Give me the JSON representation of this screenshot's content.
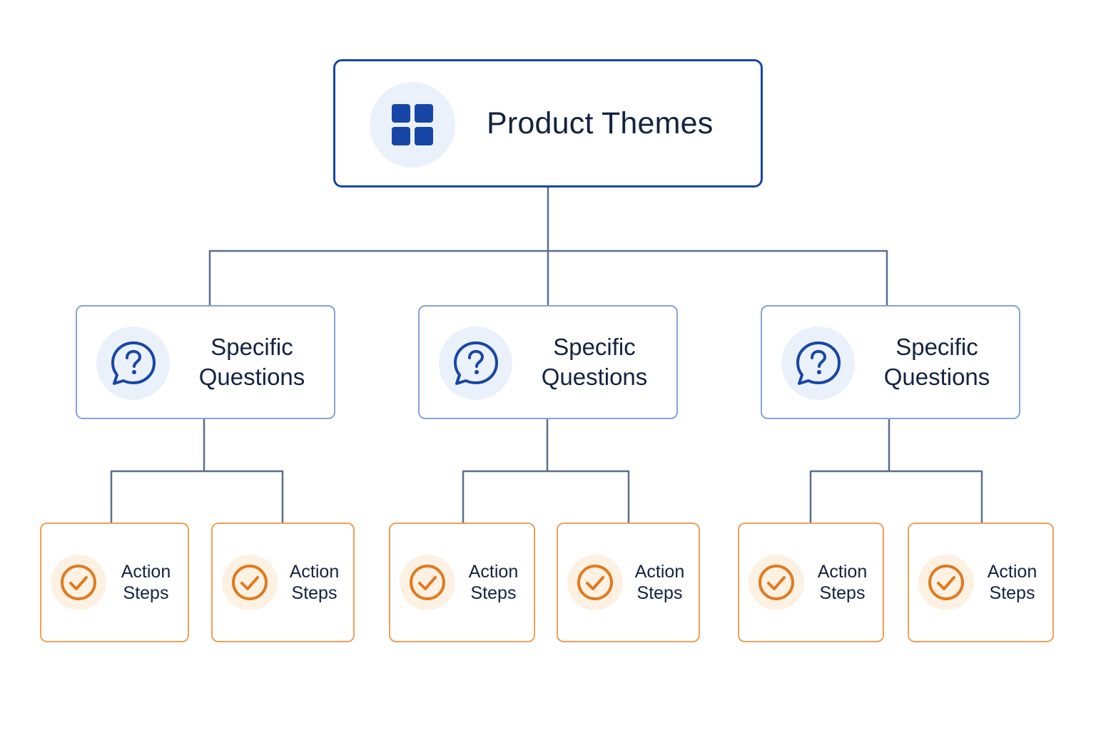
{
  "root": {
    "label": "Product Themes",
    "icon": "grid-icon"
  },
  "questions": [
    {
      "line1": "Specific",
      "line2": "Questions",
      "icon": "question-bubble-icon"
    },
    {
      "line1": "Specific",
      "line2": "Questions",
      "icon": "question-bubble-icon"
    },
    {
      "line1": "Specific",
      "line2": "Questions",
      "icon": "question-bubble-icon"
    }
  ],
  "actions": [
    {
      "line1": "Action",
      "line2": "Steps",
      "icon": "check-circle-icon"
    },
    {
      "line1": "Action",
      "line2": "Steps",
      "icon": "check-circle-icon"
    },
    {
      "line1": "Action",
      "line2": "Steps",
      "icon": "check-circle-icon"
    },
    {
      "line1": "Action",
      "line2": "Steps",
      "icon": "check-circle-icon"
    },
    {
      "line1": "Action",
      "line2": "Steps",
      "icon": "check-circle-icon"
    },
    {
      "line1": "Action",
      "line2": "Steps",
      "icon": "check-circle-icon"
    }
  ],
  "colors": {
    "root_border": "#1747a6",
    "question_border": "#86a4d6",
    "action_border": "#f0a055",
    "connector": "#5a6f8f",
    "icon_blue": "#1747a6",
    "icon_orange": "#e07a1f",
    "text": "#14233f"
  }
}
